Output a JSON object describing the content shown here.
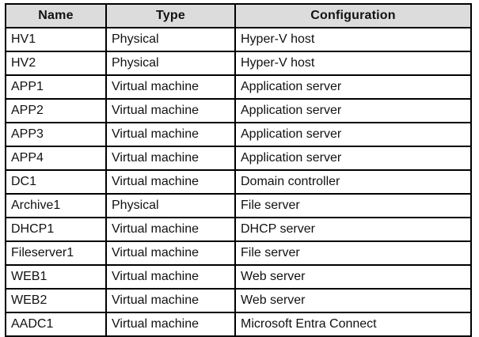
{
  "table": {
    "columns": [
      "Name",
      "Type",
      "Configuration"
    ],
    "rows": [
      {
        "name": "HV1",
        "type": "Physical",
        "configuration": "Hyper-V host"
      },
      {
        "name": "HV2",
        "type": "Physical",
        "configuration": "Hyper-V host"
      },
      {
        "name": "APP1",
        "type": "Virtual machine",
        "configuration": "Application server"
      },
      {
        "name": "APP2",
        "type": "Virtual machine",
        "configuration": "Application server"
      },
      {
        "name": "APP3",
        "type": "Virtual machine",
        "configuration": "Application server"
      },
      {
        "name": "APP4",
        "type": "Virtual machine",
        "configuration": "Application server"
      },
      {
        "name": "DC1",
        "type": "Virtual machine",
        "configuration": "Domain controller"
      },
      {
        "name": "Archive1",
        "type": "Physical",
        "configuration": "File server"
      },
      {
        "name": "DHCP1",
        "type": "Virtual machine",
        "configuration": "DHCP server"
      },
      {
        "name": "Fileserver1",
        "type": "Virtual machine",
        "configuration": "File server"
      },
      {
        "name": "WEB1",
        "type": "Virtual machine",
        "configuration": "Web server"
      },
      {
        "name": "WEB2",
        "type": "Virtual machine",
        "configuration": "Web server"
      },
      {
        "name": "AADC1",
        "type": "Virtual machine",
        "configuration": "Microsoft Entra Connect"
      }
    ]
  },
  "colors": {
    "header_background": "#dcdcdc",
    "border": "#000000",
    "cell_background": "#ffffff",
    "text": "#111111"
  }
}
